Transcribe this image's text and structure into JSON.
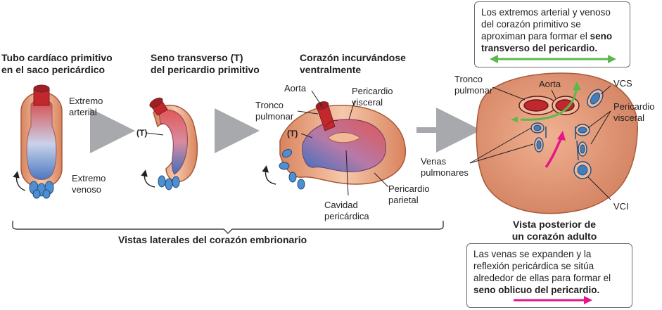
{
  "titles": {
    "stage1": "Tubo cardíaco primitivo\nen el saco pericárdico",
    "stage2": "Seno transverso (T)\ndel pericardio primitivo",
    "stage3": "Corazón incurvándose\nventralmente",
    "adult": "Vista posterior de\nun corazón adulto"
  },
  "labels": {
    "extremo_arterial": "Extremo\narterial",
    "extremo_venoso": "Extremo\nvenoso",
    "t_marker": "(T)",
    "aorta": "Aorta",
    "tronco_pulmonar": "Tronco\npulmonar",
    "pericardio_visceral": "Pericardio\nvisceral",
    "pericardio_parietal": "Pericardio\nparietal",
    "cavidad_pericardica": "Cavidad\npericárdica",
    "vcs": "VCS",
    "vci": "VCI",
    "venas_pulmonares": "Venas\npulmonares"
  },
  "bracket_caption": "Vistas laterales del corazón embrionario",
  "note_transverso": {
    "text": "Los extremos arterial y venoso del corazón primitivo se aproximan para formar el ",
    "bold": "seno transverso del pericardio."
  },
  "note_oblicuo": {
    "text": "Las venas se expanden y la reflexión pericárdica se sitúa alrededor de ellas para formar el ",
    "bold": "seno oblicuo del pericardio."
  },
  "colors": {
    "pericardium": "#e9a27d",
    "pericardium_edge": "#a65a3a",
    "artery": "#c1272d",
    "vein": "#3f7fc1",
    "arrow_gray": "#a7a9ac",
    "green_arrow": "#5cb84b",
    "magenta_arrow": "#e6168a"
  }
}
